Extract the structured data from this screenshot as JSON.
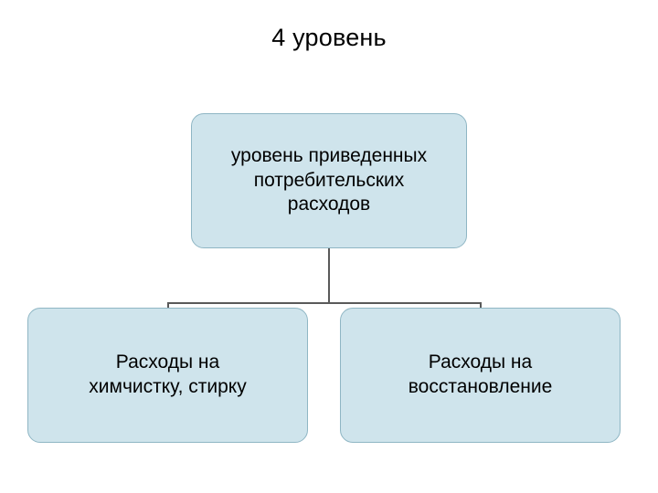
{
  "slide": {
    "title": "4 уровень",
    "background_color": "#ffffff"
  },
  "diagram": {
    "node_fill_color": "#cfe4ec",
    "node_border_color": "#8fb6c4",
    "connector_color": "#5a5a5a",
    "nodes": [
      {
        "id": "root",
        "text": "уровень приведенных\nпотребительских\nрасходов"
      },
      {
        "id": "left",
        "text": "Расходы на\nхимчистку, стирку"
      },
      {
        "id": "right",
        "text": "Расходы на\nвосстановление"
      }
    ]
  }
}
